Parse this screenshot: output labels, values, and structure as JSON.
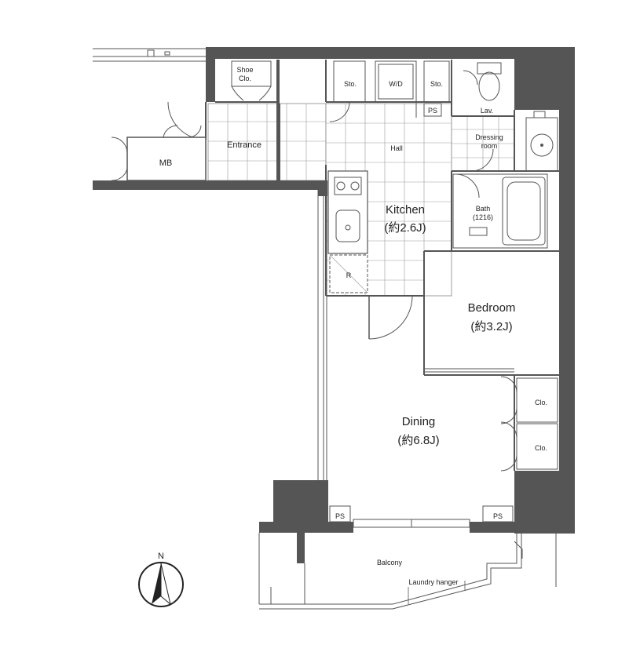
{
  "rooms": {
    "shoe_clo": "Shoe\nClo.",
    "shoe_clo_line1": "Shoe",
    "shoe_clo_line2": "Clo.",
    "entrance": "Entrance",
    "mb": "MB",
    "sto1": "Sto.",
    "wd": "W/D",
    "sto2": "Sto.",
    "lav": "Lav.",
    "ps_top": "PS",
    "hall": "Hall",
    "dressing_line1": "Dressing",
    "dressing_line2": "room",
    "kitchen_line1": "Kitchen",
    "kitchen_line2": "(約2.6J)",
    "bath_line1": "Bath",
    "bath_line2": "(1216)",
    "refrigerator": "R",
    "bedroom_line1": "Bedroom",
    "bedroom_line2": "(約3.2J)",
    "clo1": "Clo.",
    "clo2": "Clo.",
    "dining_line1": "Dining",
    "dining_line2": "(約6.8J)",
    "ps_left": "PS",
    "ps_right": "PS",
    "balcony": "Balcony",
    "laundry_hanger": "Laundry hanger"
  },
  "compass": {
    "north": "N"
  }
}
